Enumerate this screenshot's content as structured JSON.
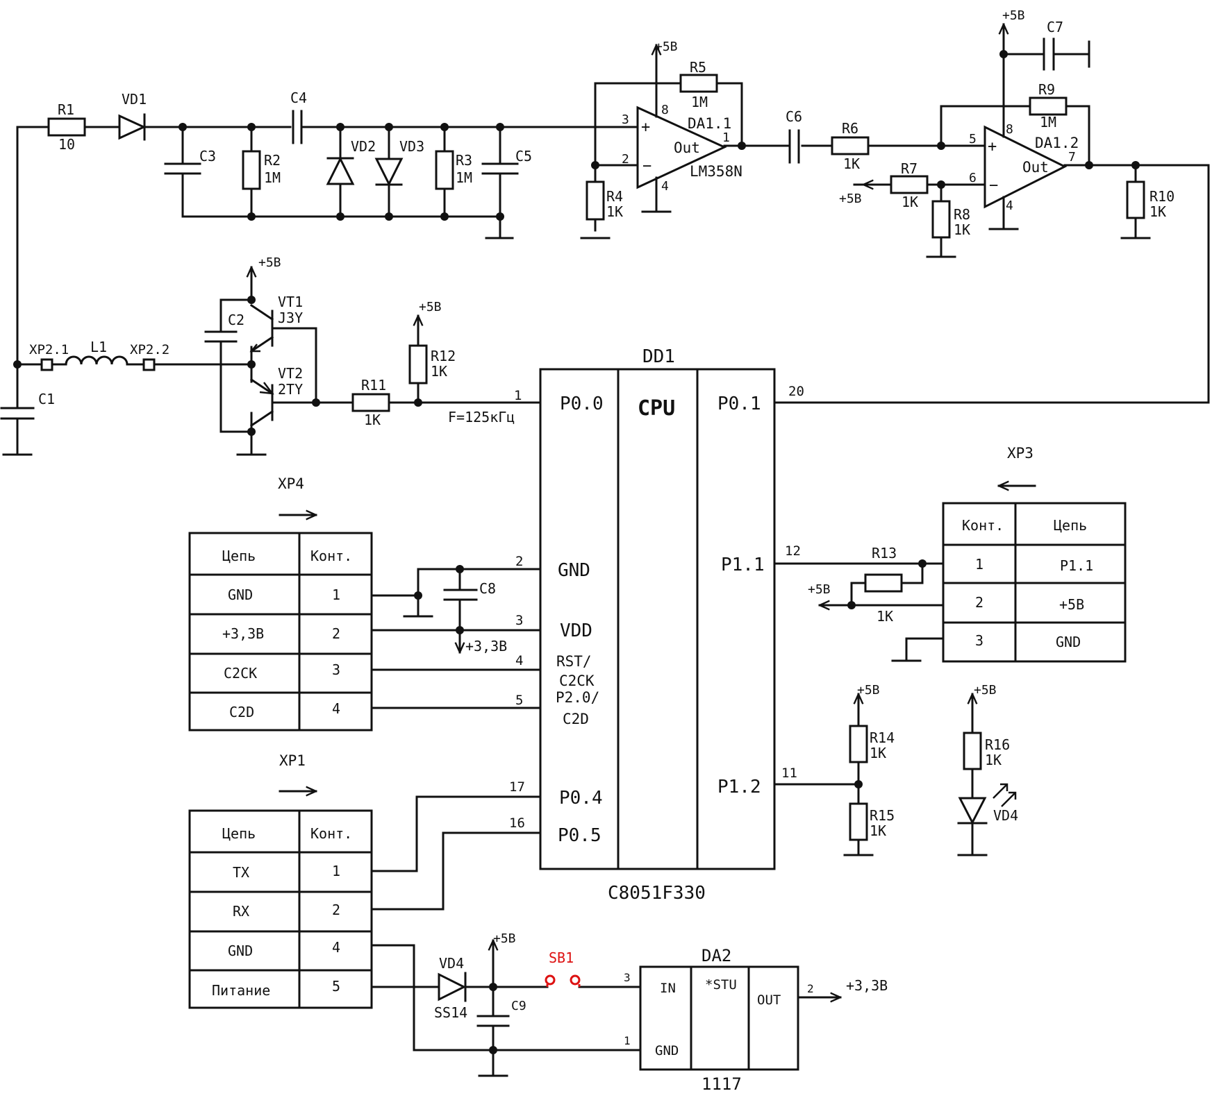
{
  "rails": {
    "plus5v": "+5В",
    "plus3v3": "+3,3В"
  },
  "input": {
    "r1": {
      "ref": "R1",
      "value": "10"
    },
    "vd1": "VD1",
    "c3": "C3",
    "r2": {
      "ref": "R2",
      "value": "1M"
    },
    "c4": "C4",
    "vd2": "VD2",
    "vd3": "VD3",
    "r3": {
      "ref": "R3",
      "value": "1M"
    },
    "c5": "C5"
  },
  "amp1": {
    "ref": "DA1.1",
    "part": "LM358N",
    "out": "Out",
    "plus": "+",
    "minus": "−",
    "pins": {
      "in_plus": "3",
      "in_minus": "2",
      "out": "1",
      "vcc": "8",
      "gnd": "4"
    },
    "r4": {
      "ref": "R4",
      "value": "1K"
    },
    "r5": {
      "ref": "R5",
      "value": "1M"
    }
  },
  "amp2": {
    "ref": "DA1.2",
    "out": "Out",
    "plus": "+",
    "minus": "−",
    "pins": {
      "in_plus": "5",
      "in_minus": "6",
      "out": "7",
      "vcc": "8",
      "gnd": "4"
    },
    "c6": "C6",
    "c7": "C7",
    "r6": {
      "ref": "R6",
      "value": "1K"
    },
    "r7": {
      "ref": "R7",
      "value": "1K"
    },
    "r8": {
      "ref": "R8",
      "value": "1K"
    },
    "r9": {
      "ref": "R9",
      "value": "1M"
    },
    "r10": {
      "ref": "R10",
      "value": "1K"
    }
  },
  "driver": {
    "xp21": "XP2.1",
    "l1": "L1",
    "xp22": "XP2.2",
    "c1": "C1",
    "c2": "C2",
    "vt1": {
      "ref": "VT1",
      "marking": "J3Y"
    },
    "vt2": {
      "ref": "VT2",
      "marking": "2TY"
    },
    "r11": {
      "ref": "R11",
      "value": "1K"
    },
    "r12": {
      "ref": "R12",
      "value": "1K"
    },
    "freq": "F=125кГц"
  },
  "mcu": {
    "ref": "DD1",
    "core": "CPU",
    "part": "C8051F330",
    "left_pins": [
      {
        "name": "P0.0",
        "num": "1"
      },
      {
        "name": "GND",
        "num": "2"
      },
      {
        "name": "VDD",
        "num": "3"
      },
      {
        "name": "RST/",
        "num": "4"
      },
      {
        "name": "C2CK",
        "num": ""
      },
      {
        "name": "P2.0/",
        "num": "5"
      },
      {
        "name": "C2D",
        "num": ""
      },
      {
        "name": "P0.4",
        "num": "17"
      },
      {
        "name": "P0.5",
        "num": "16"
      }
    ],
    "right_pins": [
      {
        "name": "P0.1",
        "num": "20"
      },
      {
        "name": "P1.1",
        "num": "12"
      },
      {
        "name": "P1.2",
        "num": "11"
      }
    ]
  },
  "xp4": {
    "title": "XP4",
    "headers": [
      "Цепь",
      "Конт."
    ],
    "rows": [
      [
        "GND",
        "1"
      ],
      [
        "+3,3В",
        "2"
      ],
      [
        "C2CK",
        "3"
      ],
      [
        "C2D",
        "4"
      ]
    ],
    "c8": "C8"
  },
  "xp3": {
    "title": "XP3",
    "headers": [
      "Конт.",
      "Цепь"
    ],
    "rows": [
      [
        "1",
        "P1.1"
      ],
      [
        "2",
        "+5В"
      ],
      [
        "3",
        "GND"
      ]
    ],
    "r13": {
      "ref": "R13",
      "value": "1K"
    }
  },
  "xp1": {
    "title": "XP1",
    "headers": [
      "Цепь",
      "Конт."
    ],
    "rows": [
      [
        "TX",
        "1"
      ],
      [
        "RX",
        "2"
      ],
      [
        "GND",
        "4"
      ],
      [
        "Питание",
        "5"
      ]
    ]
  },
  "misc": {
    "r14": {
      "ref": "R14",
      "value": "1K"
    },
    "r15": {
      "ref": "R15",
      "value": "1K"
    },
    "r16": {
      "ref": "R16",
      "value": "1K"
    },
    "vd4_led": "VD4"
  },
  "power": {
    "vd4": {
      "ref": "VD4",
      "part": "SS14"
    },
    "c9": "C9",
    "sb1": "SB1",
    "da2": {
      "ref": "DA2",
      "part": "1117",
      "in": "IN",
      "gnd": "GND",
      "out": "OUT",
      "mid": "*STU",
      "pin_in": "3",
      "pin_gnd": "1",
      "pin_out": "2"
    }
  },
  "colors": {
    "ink": "#111111",
    "switch": "#dd1111"
  }
}
